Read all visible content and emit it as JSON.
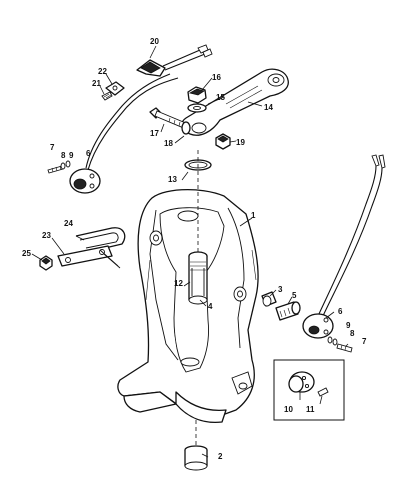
{
  "callouts": {
    "c1": "1",
    "c2": "2",
    "c3": "3",
    "c4": "4",
    "c5": "5",
    "c6a": "6",
    "c6b": "6",
    "c7a": "7",
    "c7b": "7",
    "c8a": "8",
    "c8b": "8",
    "c9a": "9",
    "c9b": "9",
    "c10": "10",
    "c11": "11",
    "c12": "12",
    "c13": "13",
    "c14": "14",
    "c15": "15",
    "c16": "16",
    "c17": "17",
    "c18": "18",
    "c19": "19",
    "c20": "20",
    "c21": "21",
    "c22": "22",
    "c23": "23",
    "c24": "24",
    "c25": "25"
  }
}
